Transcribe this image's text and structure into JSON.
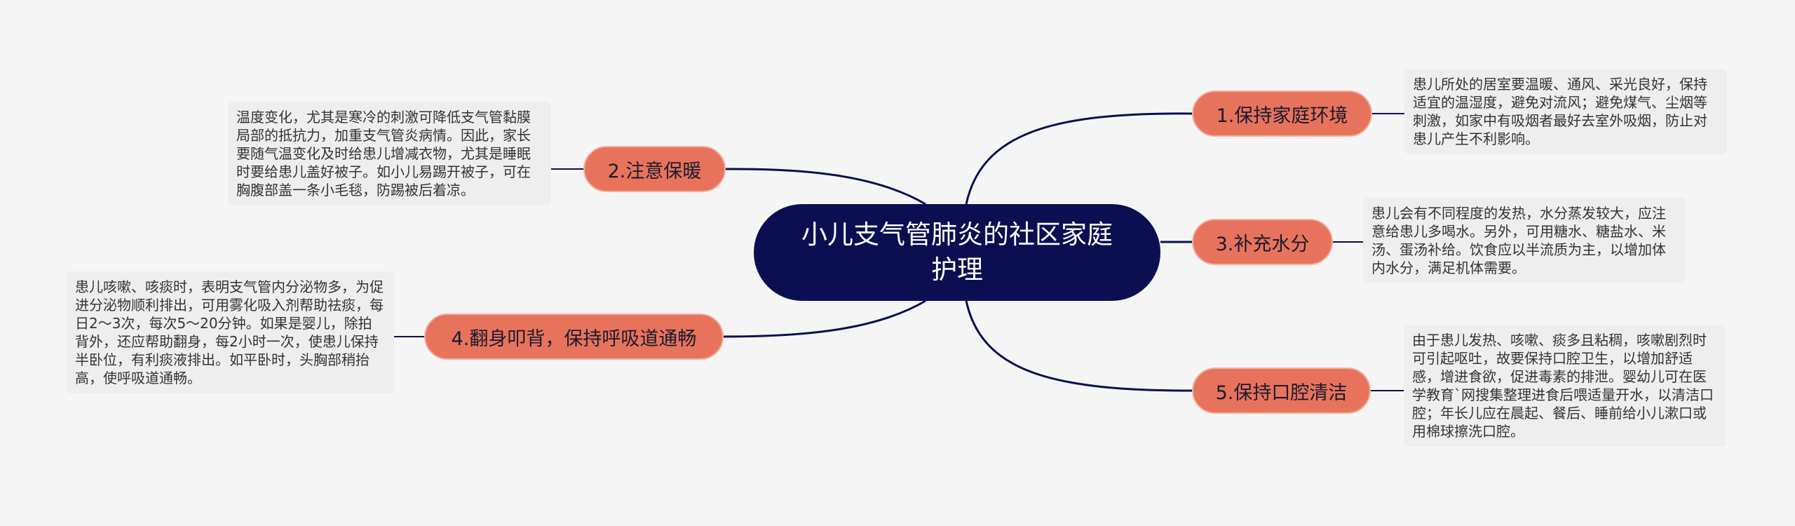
{
  "center": {
    "title": "小儿支气管肺炎的社区家庭护理"
  },
  "topics": [
    {
      "label": "1.保持家庭环境",
      "note": "患儿所处的居室要温暖、通风、采光良好，保持适宜的温湿度，避免对流风；避免煤气、尘烟等刺激，如家中有吸烟者最好去室外吸烟，防止对患儿产生不利影响。"
    },
    {
      "label": "2.注意保暖",
      "note": "温度变化，尤其是寒冷的刺激可降低支气管黏膜局部的抵抗力，加重支气管炎病情。因此，家长要随气温变化及时给患儿增减衣物，尤其是睡眠时要给患儿盖好被子。如小儿易踢开被子，可在胸腹部盖一条小毛毯，防踢被后着凉。"
    },
    {
      "label": "3.补充水分",
      "note": "患儿会有不同程度的发热，水分蒸发较大，应注意给患儿多喝水。另外，可用糖水、糖盐水、米汤、蛋汤补给。饮食应以半流质为主，以增加体内水分，满足机体需要。"
    },
    {
      "label": "4.翻身叩背，保持呼吸道通畅",
      "note": "患儿咳嗽、咳痰时，表明支气管内分泌物多，为促进分泌物顺利排出，可用雾化吸入剂帮助祛痰，每日2～3次，每次5～20分钟。如果是婴儿，除拍背外，还应帮助翻身，每2小时一次，使患儿保持半卧位，有利痰液排出。如平卧时，头胸部稍抬高，使呼吸道通畅。"
    },
    {
      "label": "5.保持口腔清洁",
      "note": "由于患儿发热、咳嗽、痰多且粘稠，咳嗽剧烈时可引起呕吐，故要保持口腔卫生，以增加舒适感，增进食欲，促进毒素的排泄。婴幼儿可在医学教育`网搜集整理进食后喂适量开水，以清洁口腔；年长儿应在晨起、餐后、睡前给小儿漱口或用棉球擦洗口腔。"
    }
  ],
  "colors": {
    "center": "#0b0f52",
    "topic": "#e8735c",
    "line": "#0b0f52",
    "note_bg": "#eeeeee"
  }
}
